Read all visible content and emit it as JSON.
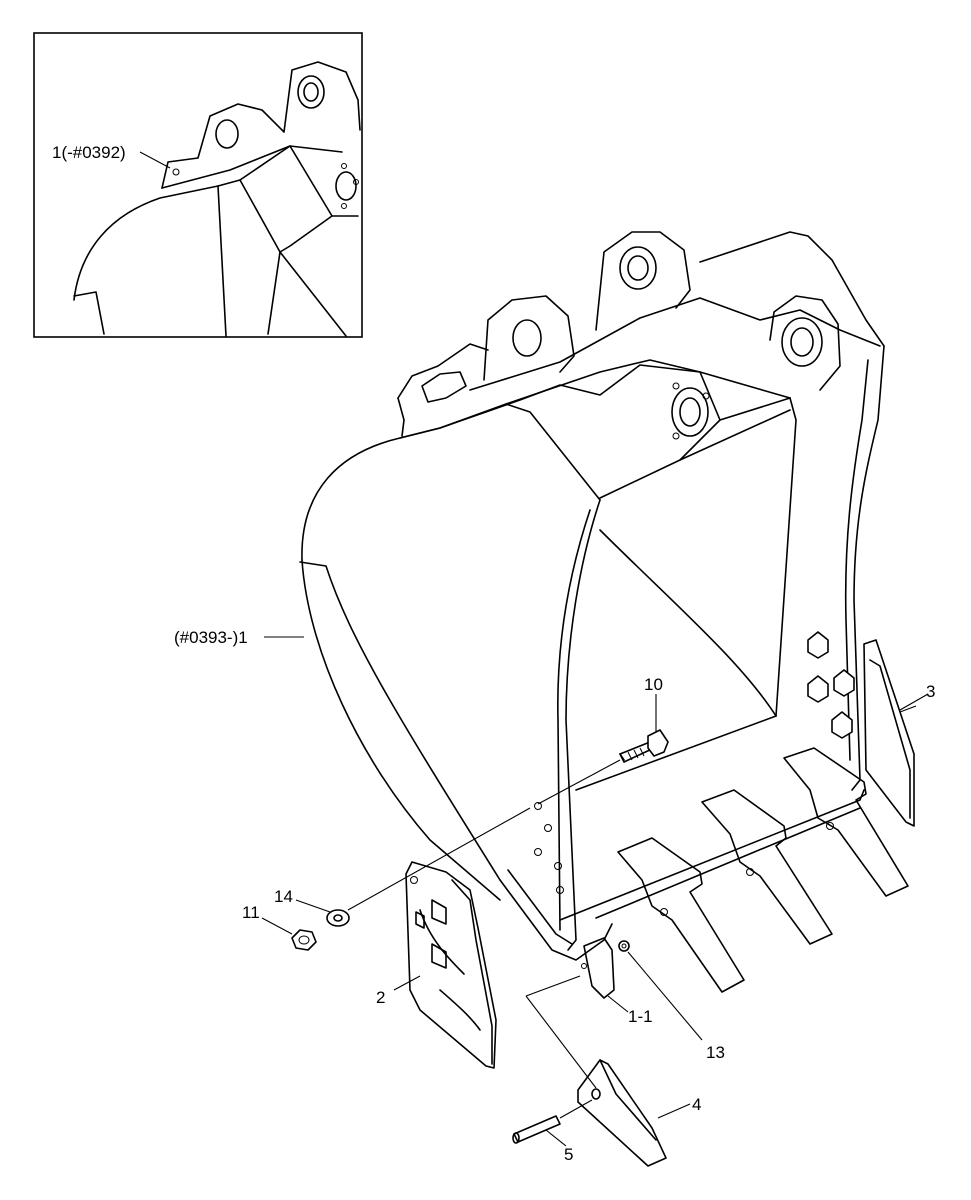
{
  "inset": {
    "callout": "1(-#0392)"
  },
  "callouts": {
    "main_bucket": "(#0393-)1",
    "adapter": "1-1",
    "side_cutter": "2",
    "side_shroud": "3",
    "tooth": "4",
    "pin": "5",
    "bolt": "10",
    "nut": "11",
    "lock": "13",
    "washer": "14"
  },
  "colors": {
    "line": "#000000",
    "background": "#ffffff"
  }
}
